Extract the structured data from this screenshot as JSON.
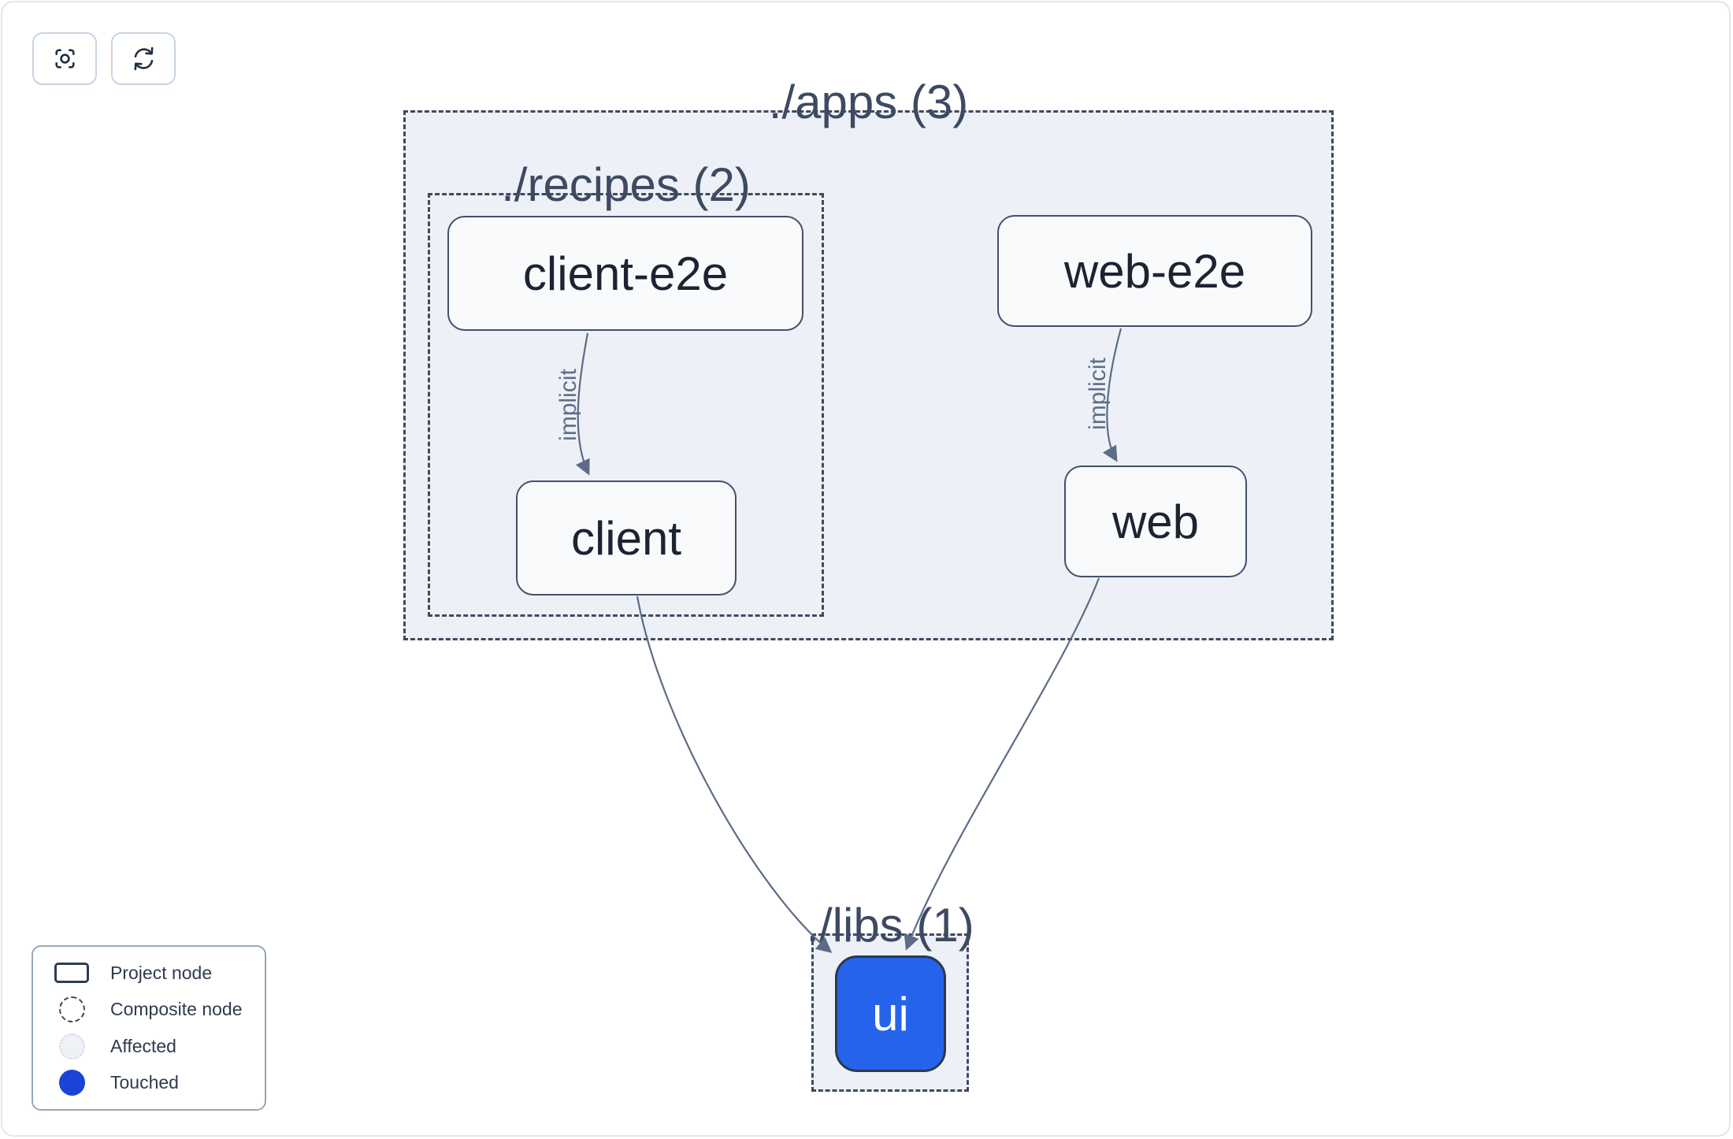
{
  "toolbar": {
    "buttons": [
      {
        "name": "focus",
        "icon": "crosshair-focus-icon"
      },
      {
        "name": "refresh",
        "icon": "refresh-icon"
      }
    ]
  },
  "graph": {
    "groups": [
      {
        "id": "apps",
        "label": "./apps (3)",
        "count": 3
      },
      {
        "id": "recipes",
        "label": "./recipes (2)",
        "count": 2
      },
      {
        "id": "libs",
        "label": "./libs (1)",
        "count": 1
      }
    ],
    "nodes": [
      {
        "id": "client-e2e",
        "label": "client-e2e",
        "group": "apps/recipes",
        "state": "normal"
      },
      {
        "id": "client",
        "label": "client",
        "group": "apps/recipes",
        "state": "normal"
      },
      {
        "id": "web-e2e",
        "label": "web-e2e",
        "group": "apps",
        "state": "normal"
      },
      {
        "id": "web",
        "label": "web",
        "group": "apps",
        "state": "normal"
      },
      {
        "id": "ui",
        "label": "ui",
        "group": "libs",
        "state": "touched"
      }
    ],
    "edges": [
      {
        "source": "client-e2e",
        "target": "client",
        "label": "implicit"
      },
      {
        "source": "web-e2e",
        "target": "web",
        "label": "implicit"
      },
      {
        "source": "client",
        "target": "ui",
        "label": ""
      },
      {
        "source": "web",
        "target": "ui",
        "label": ""
      }
    ]
  },
  "legend": {
    "items": [
      {
        "label": "Project node",
        "swatch": "project-node-swatch"
      },
      {
        "label": "Composite node",
        "swatch": "composite-node-swatch"
      },
      {
        "label": "Affected",
        "swatch": "affected-swatch"
      },
      {
        "label": "Touched",
        "swatch": "touched-swatch"
      }
    ]
  },
  "colors": {
    "touched_blue": "#1a43d7",
    "node_blue": "#2563eb",
    "edge": "#5c6c86",
    "dashed_border": "#3d4a62",
    "group_background": "#edf0f6",
    "node_border": "#42506a",
    "node_background": "#f9fafc",
    "node_text": "#1c2433",
    "group_label_text": "#3d4a62"
  }
}
